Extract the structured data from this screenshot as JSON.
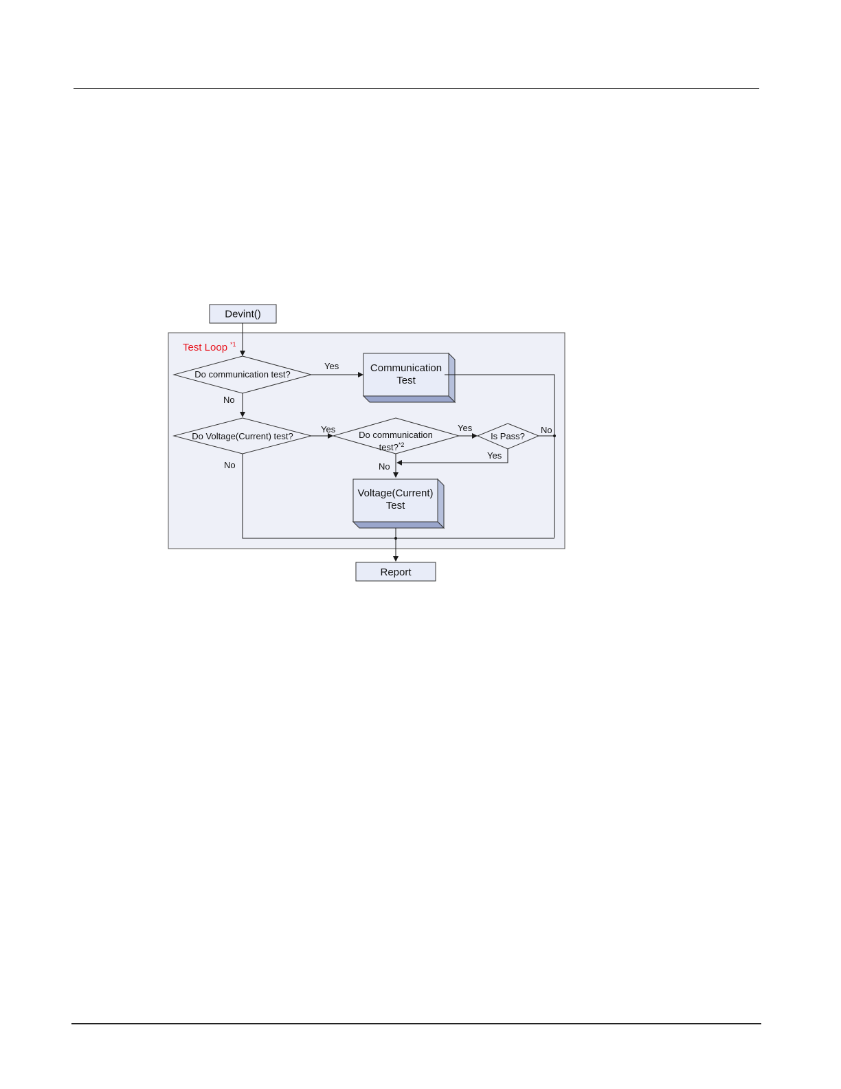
{
  "flowchart": {
    "start_node": "Devint()",
    "loop_title": "Test Loop",
    "loop_title_note": "*1",
    "decision_comm_1": "Do communication test?",
    "decision_voltage": "Do Voltage(Current) test?",
    "decision_comm_2_line1": "Do communication",
    "decision_comm_2_line2": "test?",
    "decision_comm_2_note": "*2",
    "decision_pass": "Is Pass?",
    "process_comm_line1": "Communication",
    "process_comm_line2": "Test",
    "process_voltage_line1": "Voltage(Current)",
    "process_voltage_line2": "Test",
    "end_node": "Report",
    "labels": {
      "yes_1": "Yes",
      "no_1": "No",
      "yes_2": "Yes",
      "no_2": "No",
      "yes_3": "Yes",
      "no_3": "No",
      "yes_4": "Yes",
      "no_4": "No"
    },
    "colors": {
      "loop_fill": "#eef0f8",
      "node_fill": "#e8ecf8",
      "box_side": "#b6c0dc",
      "box_bottom": "#9aa6cc",
      "loop_title": "#e8141e",
      "line": "#1a1a1a"
    }
  }
}
